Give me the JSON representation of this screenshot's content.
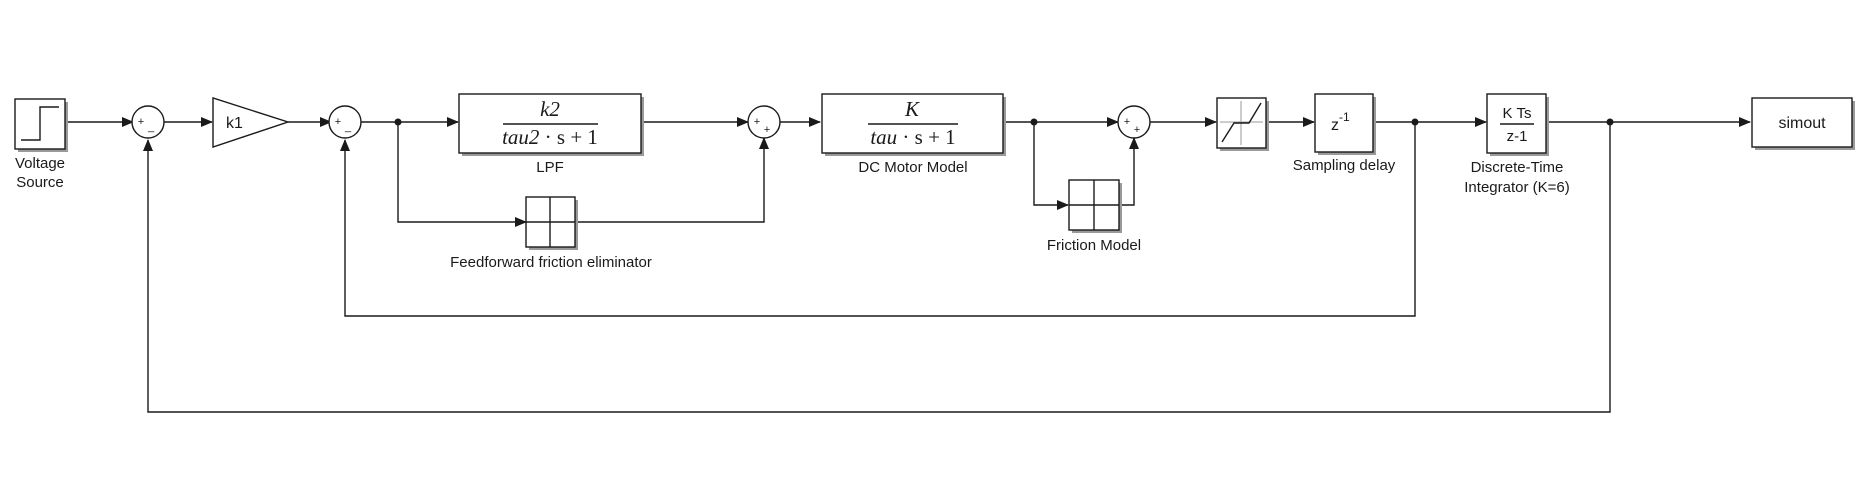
{
  "blocks": {
    "voltage_source": {
      "label_line1": "Voltage",
      "label_line2": "Source"
    },
    "gain": {
      "text": "k1"
    },
    "lpf": {
      "num": "k2",
      "den_a": "tau2",
      "den_b": "· s + 1",
      "label": "LPF"
    },
    "feedforward": {
      "label": "Feedforward friction eliminator"
    },
    "motor": {
      "num": "K",
      "den_a": "tau",
      "den_b": "· s + 1",
      "label": "DC Motor Model"
    },
    "friction": {
      "label": "Friction Model"
    },
    "delay": {
      "base": "z",
      "exp": "-1",
      "label": "Sampling delay"
    },
    "integrator": {
      "num": "K Ts",
      "den": "z-1",
      "label_line1": "Discrete-Time",
      "label_line2": "Integrator (K=6)"
    },
    "output": {
      "text": "simout"
    }
  },
  "sums": {
    "sum1": {
      "top": "+",
      "bottom": "_"
    },
    "sum2": {
      "top": "+",
      "bottom": "_"
    },
    "sum3": {
      "top": "+",
      "bottom": "+"
    },
    "sum4": {
      "top": "+",
      "bottom": "+"
    }
  }
}
